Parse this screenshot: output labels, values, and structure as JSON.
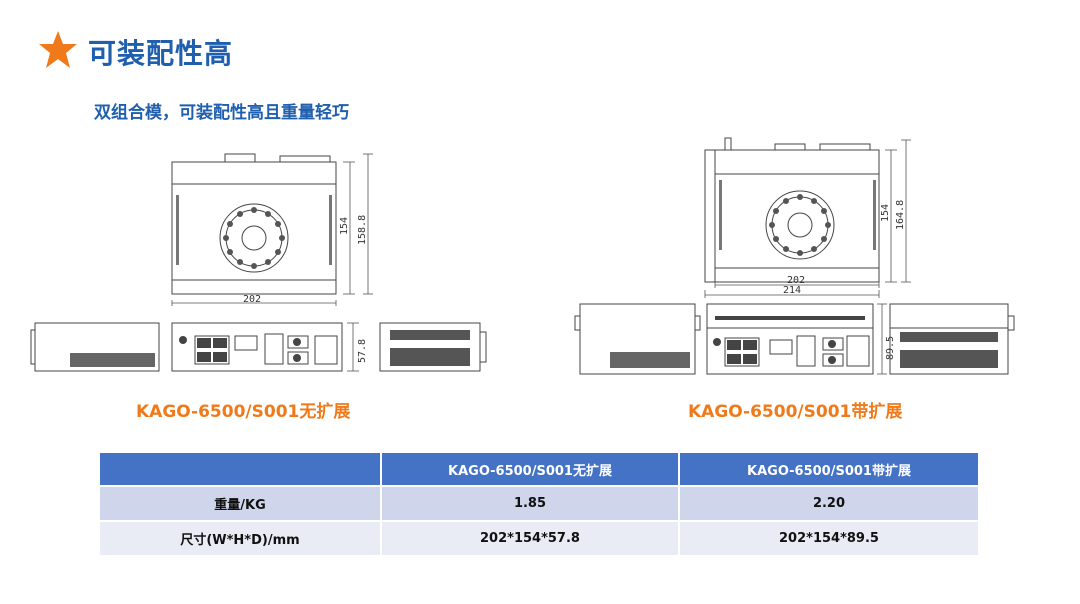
{
  "header": {
    "title": "可装配性高",
    "subtitle": "双组合模，可装配性高且重量轻巧"
  },
  "colors": {
    "accent_blue": "#1f5fae",
    "accent_orange": "#f07a1a",
    "table_header": "#4472c4"
  },
  "icons": {
    "title_marker": "star-icon"
  },
  "drawings": {
    "left": {
      "dim_width": "202",
      "dim_height_inner": "154",
      "dim_height_outer": "158.8",
      "dim_depth": "57.8",
      "caption": "KAGO-6500/S001无扩展"
    },
    "right": {
      "dim_width_inner": "202",
      "dim_width_outer": "214",
      "dim_height_inner": "154",
      "dim_height_outer": "164.8",
      "dim_depth": "89.5",
      "caption": "KAGO-6500/S001带扩展"
    }
  },
  "table": {
    "headers": [
      "",
      "KAGO-6500/S001无扩展",
      "KAGO-6500/S001带扩展"
    ],
    "rows": [
      [
        "重量/KG",
        "1.85",
        "2.20"
      ],
      [
        "尺寸(W*H*D)/mm",
        "202*154*57.8",
        "202*154*89.5"
      ]
    ]
  }
}
